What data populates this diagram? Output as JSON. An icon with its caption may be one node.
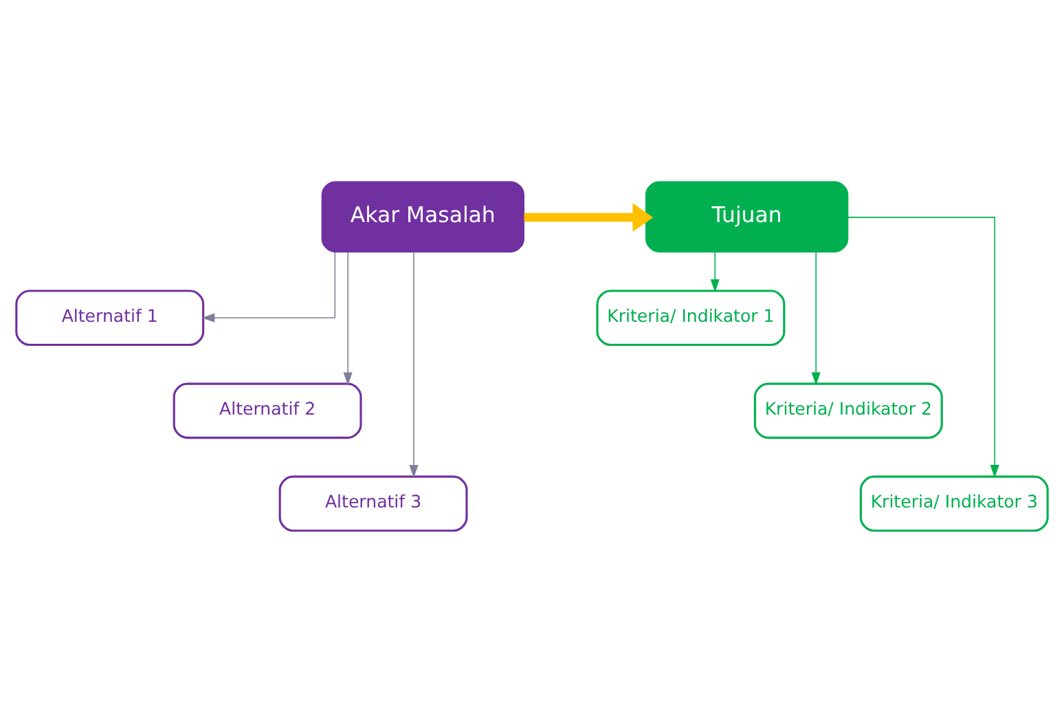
{
  "diagram": {
    "nodes": [
      {
        "text": [
          "Akar Masalah"
        ]
      },
      {
        "text": [
          "Tujuan"
        ]
      },
      {
        "text": [
          "Alternatif 1"
        ]
      },
      {
        "text": [
          "Alternatif 2"
        ]
      },
      {
        "text": [
          "Alternatif 3"
        ]
      },
      {
        "text": [
          "Kriteria/ Indikator 1"
        ]
      },
      {
        "text": [
          "Kriteria/ Indikator 2"
        ]
      },
      {
        "text": [
          "Kriteria/ Indikator 3"
        ]
      }
    ],
    "edges": [
      {
        "from": 0,
        "to": 1,
        "arrow": "to",
        "style": "thick",
        "color": "#ffc000"
      },
      {
        "from": 0,
        "to": 2,
        "arrow": "to",
        "color": "#7f7f99"
      },
      {
        "from": 0,
        "to": 3,
        "arrow": "to",
        "color": "#7f7f99"
      },
      {
        "from": 0,
        "to": 4,
        "arrow": "to",
        "color": "#7f7f99"
      },
      {
        "from": 1,
        "to": 5,
        "arrow": "to",
        "color": "#00b050"
      },
      {
        "from": 1,
        "to": 6,
        "arrow": "to",
        "color": "#00b050"
      },
      {
        "from": 1,
        "to": 7,
        "arrow": "to",
        "color": "#00b050"
      }
    ]
  }
}
